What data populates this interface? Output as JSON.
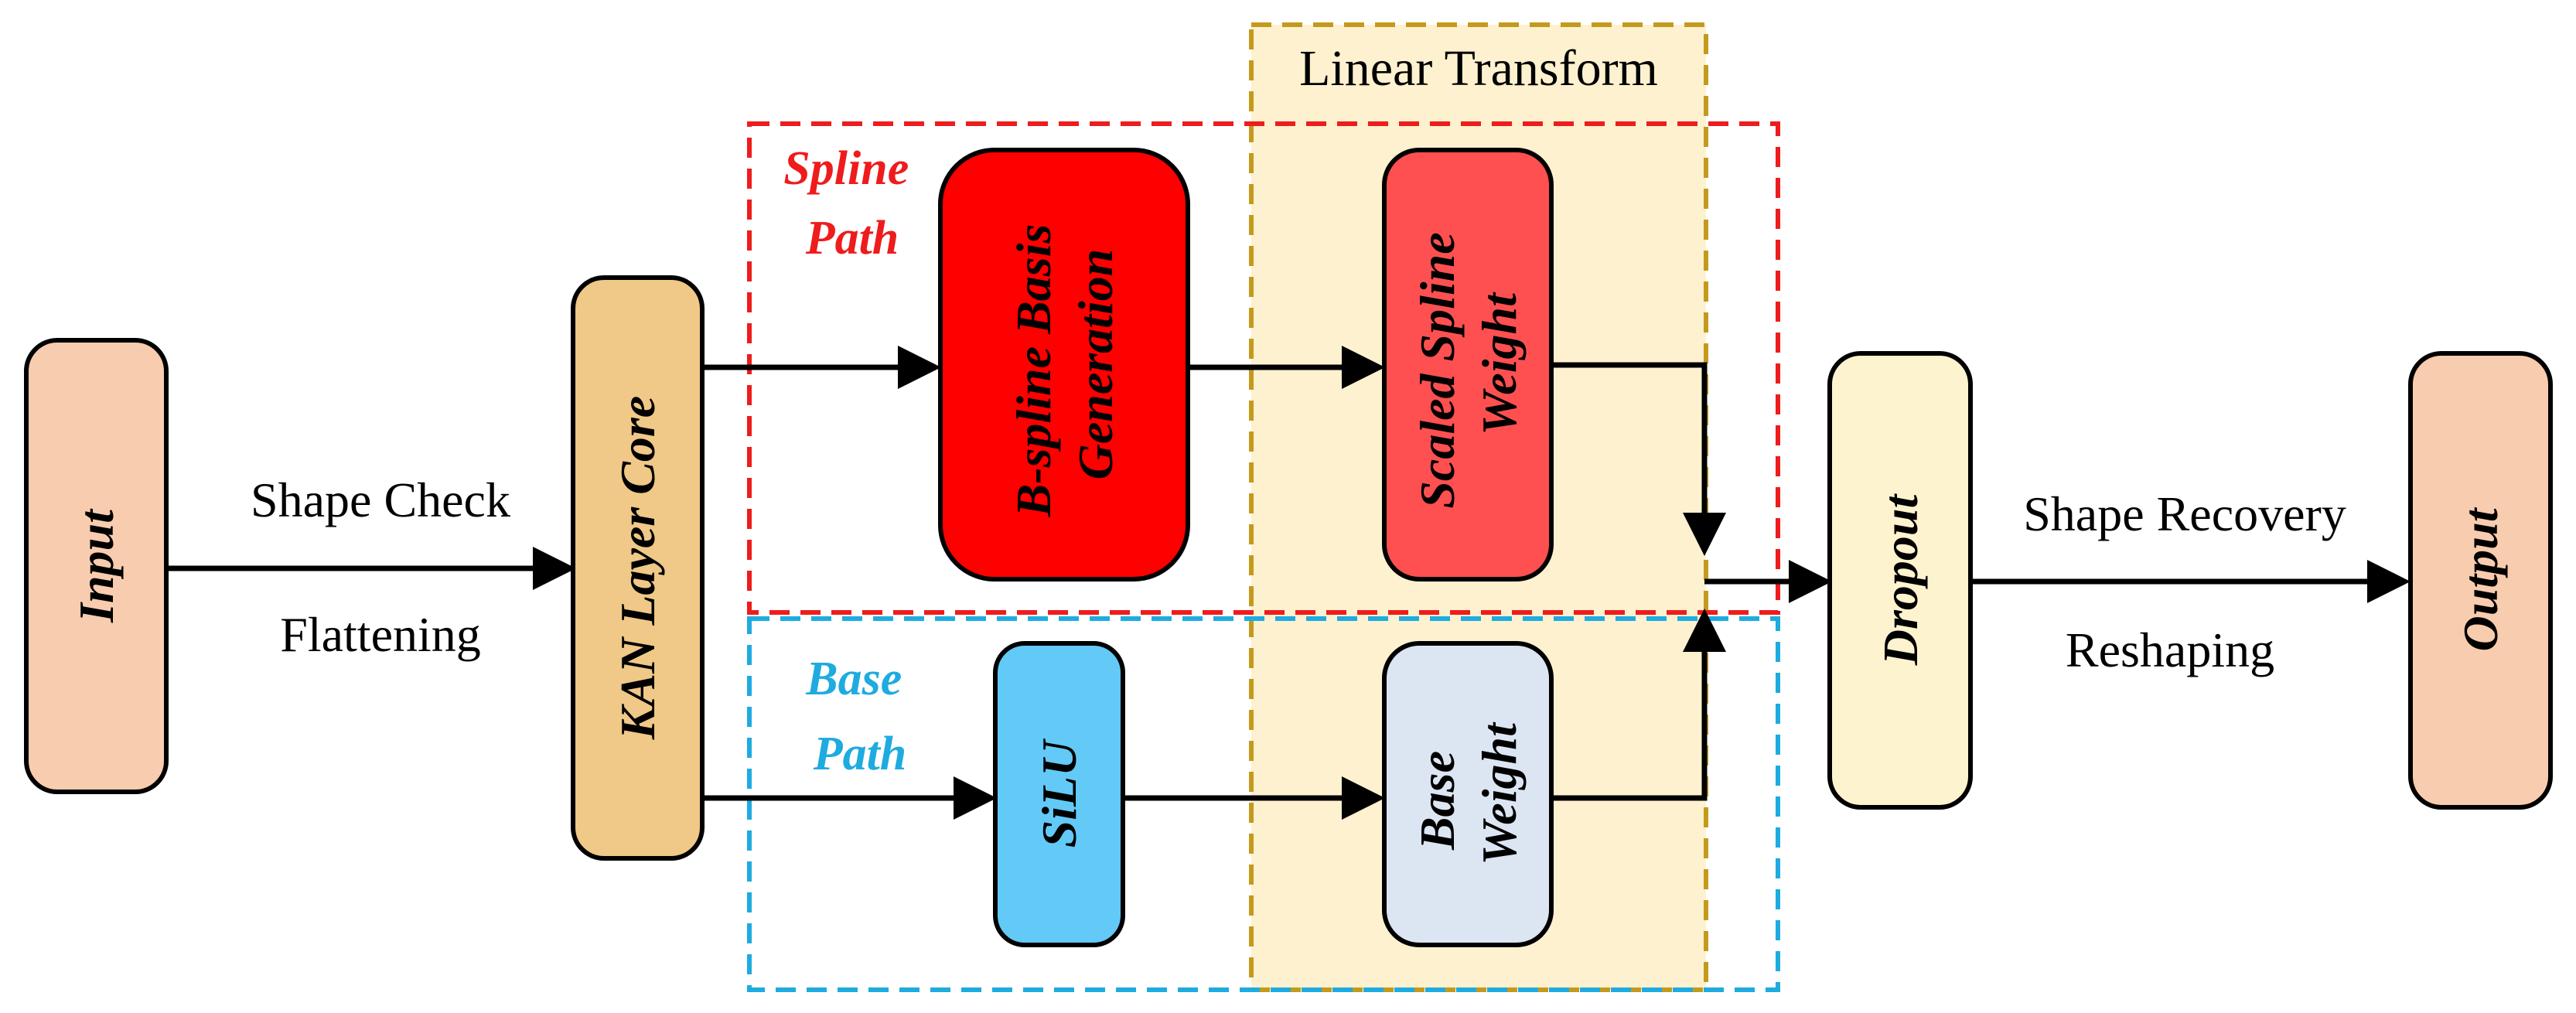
{
  "regions": {
    "linear_transform": "Linear Transform",
    "spline_path": [
      "Spline",
      "Path"
    ],
    "base_path": [
      "Base",
      "Path"
    ]
  },
  "nodes": {
    "input": [
      "Input"
    ],
    "kan_layer_core": [
      "KAN Layer Core"
    ],
    "bspline_basis": [
      "B-spline Basis",
      "Generation"
    ],
    "scaled_spline_weight": [
      "Scaled Spline",
      "Weight"
    ],
    "silu": [
      "SiLU"
    ],
    "base_weight": [
      "Base",
      "Weight"
    ],
    "dropout": [
      "Dropout"
    ],
    "output": [
      "Output"
    ]
  },
  "edge_labels": {
    "shape_check": "Shape Check",
    "flattening": "Flattening",
    "shape_recovery": "Shape Recovery",
    "reshaping": "Reshaping"
  },
  "colors": {
    "input": "#f8ccae",
    "kan_layer_core": "#f0c887",
    "bspline_basis": "#fe0000",
    "scaled_spline_weight": "#fe5050",
    "silu": "#63c9f7",
    "base_weight": "#dce5f2",
    "dropout": "#fef3cf",
    "output": "#f8ccae",
    "linear_region_fill": "#fdf1cf",
    "linear_region_border": "#c49a1c",
    "spline_region": "#ee1c1c",
    "base_region": "#1eabe0"
  }
}
